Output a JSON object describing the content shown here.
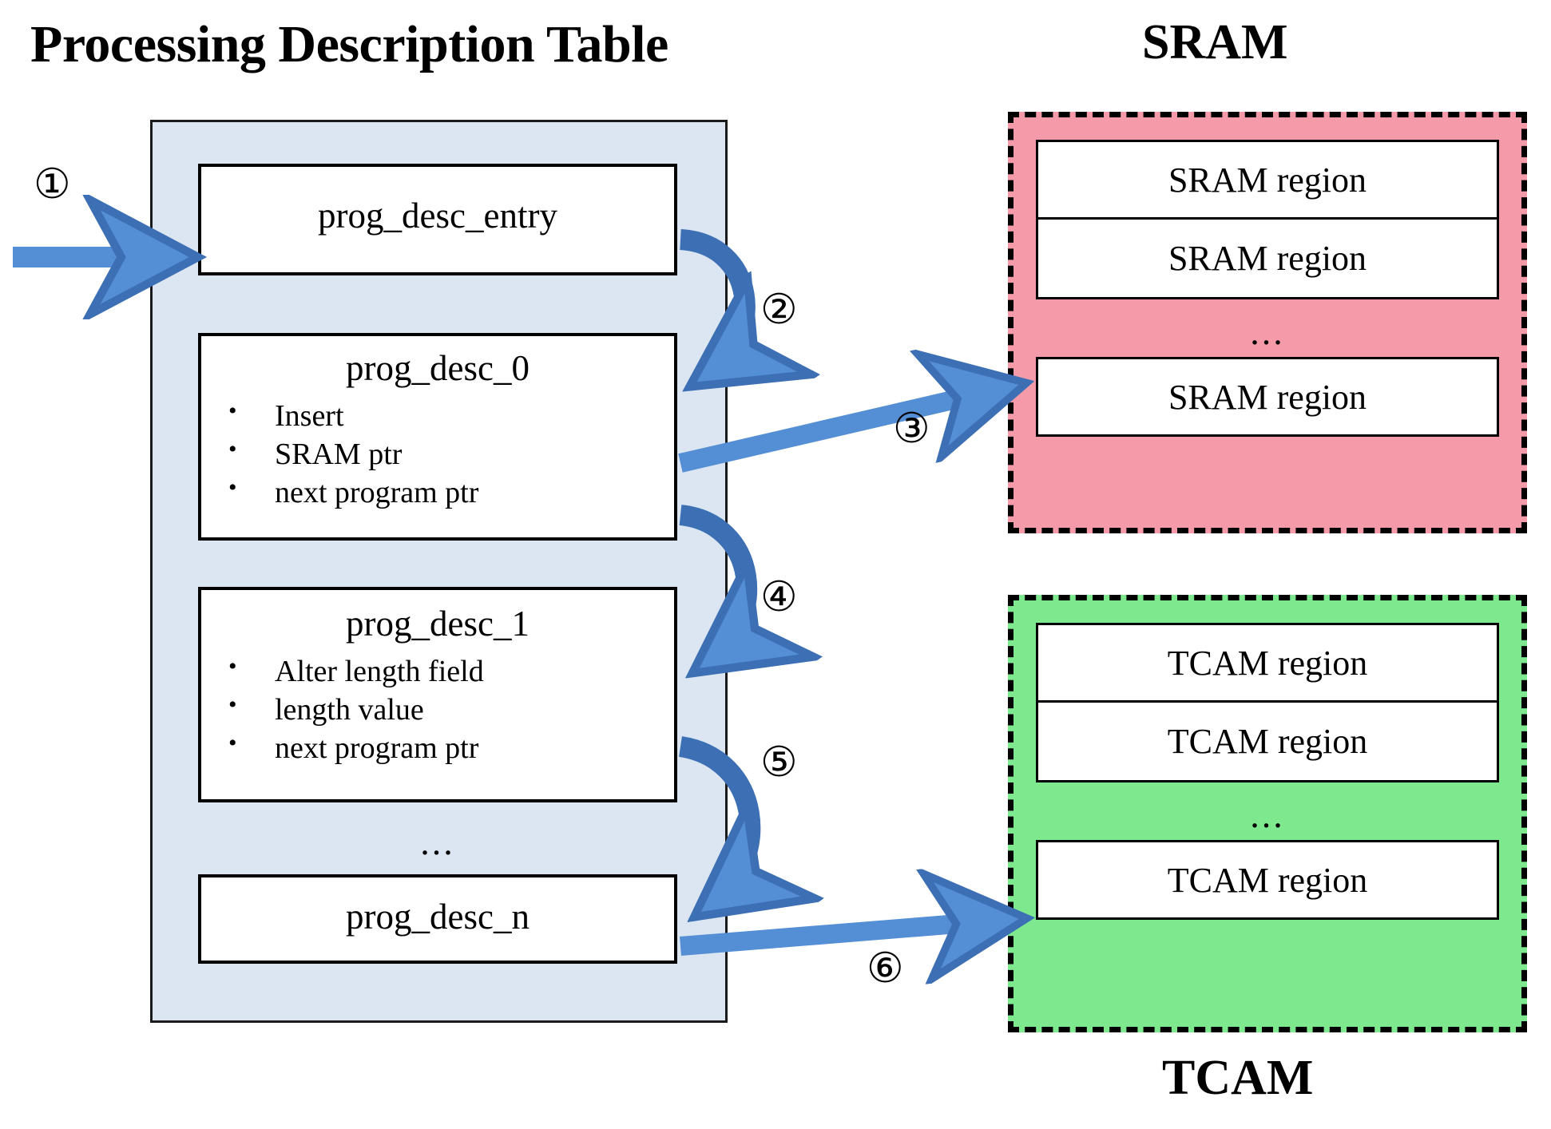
{
  "titles": {
    "processing_description_table": "Processing Description Table",
    "sram": "SRAM",
    "tcam": "TCAM"
  },
  "processing_description_table": {
    "cards": [
      {
        "id": "prog_desc_entry",
        "title": "prog_desc_entry",
        "bullets": []
      },
      {
        "id": "prog_desc_0",
        "title": "prog_desc_0",
        "bullets": [
          "Insert",
          "SRAM ptr",
          "next program ptr"
        ]
      },
      {
        "id": "prog_desc_1",
        "title": "prog_desc_1",
        "bullets": [
          "Alter length field",
          "length value",
          "next program ptr"
        ]
      },
      {
        "id": "prog_desc_n",
        "title": "prog_desc_n",
        "bullets": []
      }
    ],
    "ellipsis": "..."
  },
  "sram": {
    "label": "SRAM",
    "regions_top": [
      "SRAM region",
      "SRAM region"
    ],
    "ellipsis": "...",
    "regions_bottom": [
      "SRAM region"
    ],
    "fill_color": "#f49aa8",
    "border_color": "#000000"
  },
  "tcam": {
    "label": "TCAM",
    "regions_top": [
      "TCAM region",
      "TCAM region"
    ],
    "ellipsis": "...",
    "regions_bottom": [
      "TCAM region"
    ],
    "fill_color": "#7ee88e",
    "border_color": "#000000"
  },
  "steps": [
    {
      "number": "①",
      "name": "step-1-into-entry"
    },
    {
      "number": "②",
      "name": "step-2-entry-to-desc0"
    },
    {
      "number": "③",
      "name": "step-3-desc0-to-sram"
    },
    {
      "number": "④",
      "name": "step-4-desc0-to-desc1"
    },
    {
      "number": "⑤",
      "name": "step-5-desc1-to-descn"
    },
    {
      "number": "⑥",
      "name": "step-6-descn-to-tcam"
    }
  ],
  "colors": {
    "table_fill": "#dce6f2",
    "arrow_light": "#548ed5",
    "arrow_dark": "#3c6fb4",
    "sram_fill": "#f49aa8",
    "tcam_fill": "#7ee88e"
  }
}
